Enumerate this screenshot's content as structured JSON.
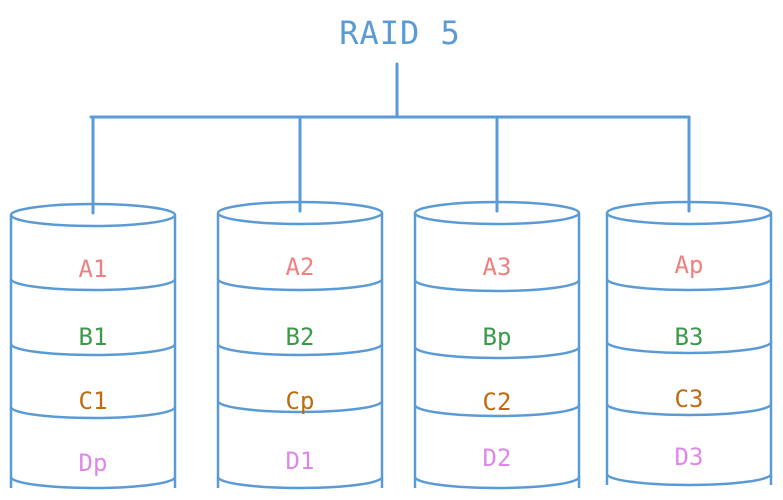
{
  "title": "RAID 5",
  "colors": {
    "stroke": "#5b9bd5",
    "A": "#f08080",
    "B": "#3a9a4a",
    "C": "#c06a10",
    "D": "#dd88e8"
  },
  "disks": [
    {
      "blocks": [
        "A1",
        "B1",
        "C1",
        "Dp"
      ]
    },
    {
      "blocks": [
        "A2",
        "B2",
        "Cp",
        "D1"
      ]
    },
    {
      "blocks": [
        "A3",
        "Bp",
        "C2",
        "D2"
      ]
    },
    {
      "blocks": [
        "Ap",
        "B3",
        "C3",
        "D3"
      ]
    }
  ]
}
